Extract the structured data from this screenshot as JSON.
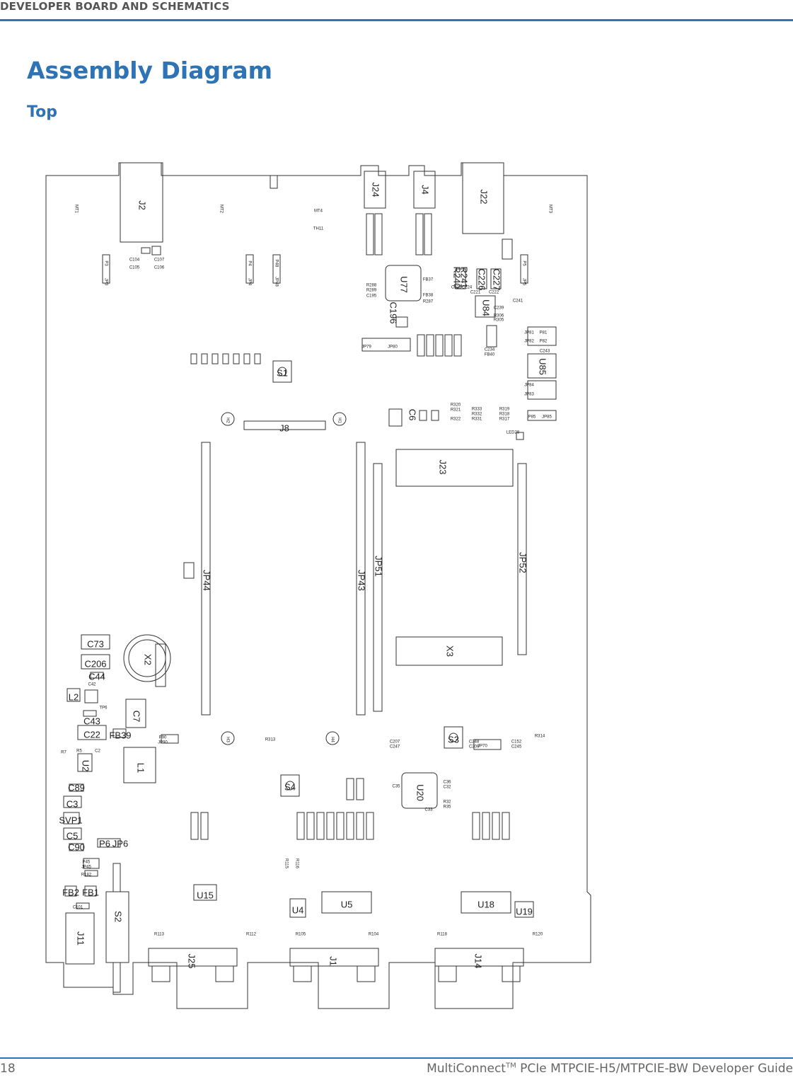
{
  "header": {
    "section": "DEVELOPER BOARD AND SCHEMATICS"
  },
  "page": {
    "title": "Assembly Diagram",
    "subtitle": "Top"
  },
  "board_labels": {
    "big": [
      {
        "id": "J2",
        "text": "J2"
      },
      {
        "id": "J24",
        "text": "J24"
      },
      {
        "id": "J4",
        "text": "J4"
      },
      {
        "id": "J22",
        "text": "J22"
      },
      {
        "id": "U77",
        "text": "U77"
      },
      {
        "id": "U84",
        "text": "U84"
      },
      {
        "id": "U85",
        "text": "U85"
      },
      {
        "id": "S1",
        "text": "S1"
      },
      {
        "id": "J8",
        "text": "J8"
      },
      {
        "id": "J23",
        "text": "J23"
      },
      {
        "id": "C6",
        "text": "C6"
      },
      {
        "id": "JP44",
        "text": "JP44"
      },
      {
        "id": "JP43",
        "text": "JP43"
      },
      {
        "id": "JP51",
        "text": "JP51"
      },
      {
        "id": "JP52",
        "text": "JP52"
      },
      {
        "id": "X3",
        "text": "X3"
      },
      {
        "id": "X2",
        "text": "X2"
      },
      {
        "id": "C73",
        "text": "C73"
      },
      {
        "id": "C206",
        "text": "C206"
      },
      {
        "id": "C44",
        "text": "C44"
      },
      {
        "id": "L2",
        "text": "L2"
      },
      {
        "id": "C43",
        "text": "C43"
      },
      {
        "id": "C22",
        "text": "C22"
      },
      {
        "id": "FB39",
        "text": "FB39"
      },
      {
        "id": "C7",
        "text": "C7"
      },
      {
        "id": "L1",
        "text": "L1"
      },
      {
        "id": "U2",
        "text": "U2"
      },
      {
        "id": "C89",
        "text": "C89"
      },
      {
        "id": "C3",
        "text": "C3"
      },
      {
        "id": "SVP1",
        "text": "SVP1"
      },
      {
        "id": "C5",
        "text": "C5"
      },
      {
        "id": "C90",
        "text": "C90"
      },
      {
        "id": "S3",
        "text": "S3"
      },
      {
        "id": "S4",
        "text": "S4"
      },
      {
        "id": "U20",
        "text": "U20"
      },
      {
        "id": "U15",
        "text": "U15"
      },
      {
        "id": "U4",
        "text": "U4"
      },
      {
        "id": "U5",
        "text": "U5"
      },
      {
        "id": "U18",
        "text": "U18"
      },
      {
        "id": "U19",
        "text": "U19"
      },
      {
        "id": "S2",
        "text": "S2"
      },
      {
        "id": "J11",
        "text": "J11"
      },
      {
        "id": "J25",
        "text": "J25"
      },
      {
        "id": "J1",
        "text": "J1"
      },
      {
        "id": "J14",
        "text": "J14"
      },
      {
        "id": "FB2",
        "text": "FB2"
      },
      {
        "id": "FB1",
        "text": "FB1"
      },
      {
        "id": "P6",
        "text": "P6"
      },
      {
        "id": "JP6",
        "text": "JP6"
      },
      {
        "id": "R241",
        "text": "R241"
      },
      {
        "id": "R240",
        "text": "R240"
      },
      {
        "id": "C226",
        "text": "C226"
      },
      {
        "id": "C227",
        "text": "C227"
      },
      {
        "id": "C196",
        "text": "C196"
      }
    ],
    "small": [
      {
        "id": "MT1",
        "text": "MT1"
      },
      {
        "id": "MT2",
        "text": "MT2"
      },
      {
        "id": "MT3",
        "text": "MT3"
      },
      {
        "id": "MT4",
        "text": "MT4"
      },
      {
        "id": "TH11",
        "text": "TH11"
      },
      {
        "id": "JP79",
        "text": "JP79"
      },
      {
        "id": "JP80",
        "text": "JP80"
      },
      {
        "id": "JP81",
        "text": "JP81"
      },
      {
        "id": "JP82",
        "text": "JP82"
      },
      {
        "id": "P81",
        "text": "P81"
      },
      {
        "id": "P82",
        "text": "P82"
      },
      {
        "id": "JP84",
        "text": "JP84"
      },
      {
        "id": "JP83",
        "text": "JP83"
      },
      {
        "id": "P85",
        "text": "P85"
      },
      {
        "id": "JP85",
        "text": "JP85"
      },
      {
        "id": "LED28",
        "text": "LED28"
      },
      {
        "id": "JP70",
        "text": "JP70"
      },
      {
        "id": "P45",
        "text": "P45"
      },
      {
        "id": "JP45",
        "text": "JP45"
      },
      {
        "id": "R182",
        "text": "R182"
      },
      {
        "id": "C101",
        "text": "C101"
      },
      {
        "id": "P90",
        "text": "P90"
      },
      {
        "id": "JP90",
        "text": "JP90"
      },
      {
        "id": "R7",
        "text": "R7"
      },
      {
        "id": "R5",
        "text": "R5"
      },
      {
        "id": "C2",
        "text": "C2"
      },
      {
        "id": "C42",
        "text": "C42"
      },
      {
        "id": "TP6",
        "text": "TP6"
      },
      {
        "id": "R314",
        "text": "R314"
      },
      {
        "id": "C152",
        "text": "C152"
      },
      {
        "id": "C245",
        "text": "C245"
      },
      {
        "id": "C248",
        "text": "C248"
      },
      {
        "id": "C209",
        "text": "C209"
      },
      {
        "id": "C207",
        "text": "C207"
      },
      {
        "id": "C247",
        "text": "C247"
      },
      {
        "id": "R313",
        "text": "R313"
      },
      {
        "id": "C35",
        "text": "C35"
      },
      {
        "id": "C36",
        "text": "C36"
      },
      {
        "id": "C32",
        "text": "C32"
      },
      {
        "id": "R32",
        "text": "R32"
      },
      {
        "id": "R35",
        "text": "R35"
      },
      {
        "id": "C33",
        "text": "C33"
      },
      {
        "id": "R320",
        "text": "R320"
      },
      {
        "id": "R321",
        "text": "R321"
      },
      {
        "id": "R322",
        "text": "R322"
      },
      {
        "id": "R333",
        "text": "R333"
      },
      {
        "id": "R332",
        "text": "R332"
      },
      {
        "id": "R331",
        "text": "R331"
      },
      {
        "id": "R319",
        "text": "R319"
      },
      {
        "id": "R318",
        "text": "R318"
      },
      {
        "id": "R317",
        "text": "R317"
      },
      {
        "id": "C243",
        "text": "C243"
      },
      {
        "id": "C234",
        "text": "C234"
      },
      {
        "id": "FB40",
        "text": "FB40"
      },
      {
        "id": "C221",
        "text": "C221"
      },
      {
        "id": "C222",
        "text": "C222"
      },
      {
        "id": "C225",
        "text": "C225"
      },
      {
        "id": "C224",
        "text": "C224"
      },
      {
        "id": "FB37",
        "text": "FB37"
      },
      {
        "id": "FB38",
        "text": "FB38"
      },
      {
        "id": "R287",
        "text": "R287"
      },
      {
        "id": "R288",
        "text": "R288"
      },
      {
        "id": "R289",
        "text": "R289"
      },
      {
        "id": "C195",
        "text": "C195"
      },
      {
        "id": "C104",
        "text": "C104"
      },
      {
        "id": "C105",
        "text": "C105"
      },
      {
        "id": "C107",
        "text": "C107"
      },
      {
        "id": "C106",
        "text": "C106"
      },
      {
        "id": "R115",
        "text": "R115"
      },
      {
        "id": "R116",
        "text": "R116"
      },
      {
        "id": "R112",
        "text": "R112"
      },
      {
        "id": "R113",
        "text": "R113"
      },
      {
        "id": "R105",
        "text": "R105"
      },
      {
        "id": "R104",
        "text": "R104"
      },
      {
        "id": "R118",
        "text": "R118"
      },
      {
        "id": "R120",
        "text": "R120"
      },
      {
        "id": "JP3",
        "text": "JP3"
      },
      {
        "id": "JP4",
        "text": "JP4"
      },
      {
        "id": "JP48",
        "text": "JP48"
      },
      {
        "id": "JP5",
        "text": "JP5"
      },
      {
        "id": "P3",
        "text": "P3"
      },
      {
        "id": "P4",
        "text": "P4"
      },
      {
        "id": "P48",
        "text": "P48"
      },
      {
        "id": "P5",
        "text": "P5"
      },
      {
        "id": "H1",
        "text": "H1"
      },
      {
        "id": "H2",
        "text": "H2"
      },
      {
        "id": "H3",
        "text": "H3"
      },
      {
        "id": "H4",
        "text": "H4"
      },
      {
        "id": "C239",
        "text": "C239"
      },
      {
        "id": "C241",
        "text": "C241"
      },
      {
        "id": "R305",
        "text": "R305"
      },
      {
        "id": "R306",
        "text": "R306"
      }
    ]
  },
  "footer": {
    "page_number": "18",
    "guide_prefix": "MultiConnect",
    "guide_tm": "TM",
    "guide_suffix": " PCIe MTPCIE-H5/MTPCIE-BW Developer Guide"
  }
}
